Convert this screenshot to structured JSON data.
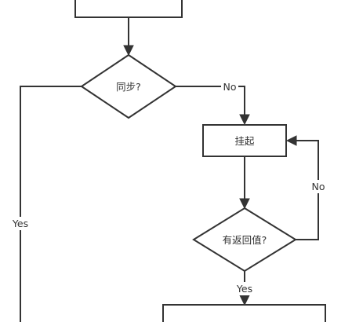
{
  "diagram": {
    "nodes": {
      "top_process": {
        "label": ""
      },
      "sync_decision": {
        "label": "同步?"
      },
      "suspend": {
        "label": "挂起"
      },
      "has_return_decision": {
        "label": "有返回值?"
      },
      "bottom_process": {
        "label": ""
      }
    },
    "edges": {
      "sync_no": {
        "label": "No"
      },
      "sync_yes": {
        "label": "Yes"
      },
      "return_no": {
        "label": "No"
      },
      "return_yes": {
        "label": "Yes"
      }
    }
  }
}
